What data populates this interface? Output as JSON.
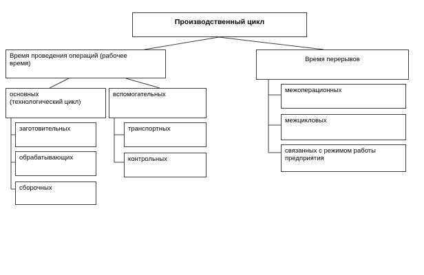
{
  "diagram": {
    "root": "Производственный цикл",
    "work_time": "Время проведения операций (рабочее\nвремя)",
    "breaks_time": "Время перерывов",
    "main_ops": "основных\n(технологический цикл)",
    "aux_ops": "вспомогательных",
    "procurement": "заготовительных",
    "processing": "обрабатывающих",
    "assembly": "сборочных",
    "transport": "транспортных",
    "control": "контрольных",
    "interoperational": "межоперационных",
    "intercycle": "межцикловых",
    "work_mode": "связанных с режимом работы\nпредприятия"
  }
}
